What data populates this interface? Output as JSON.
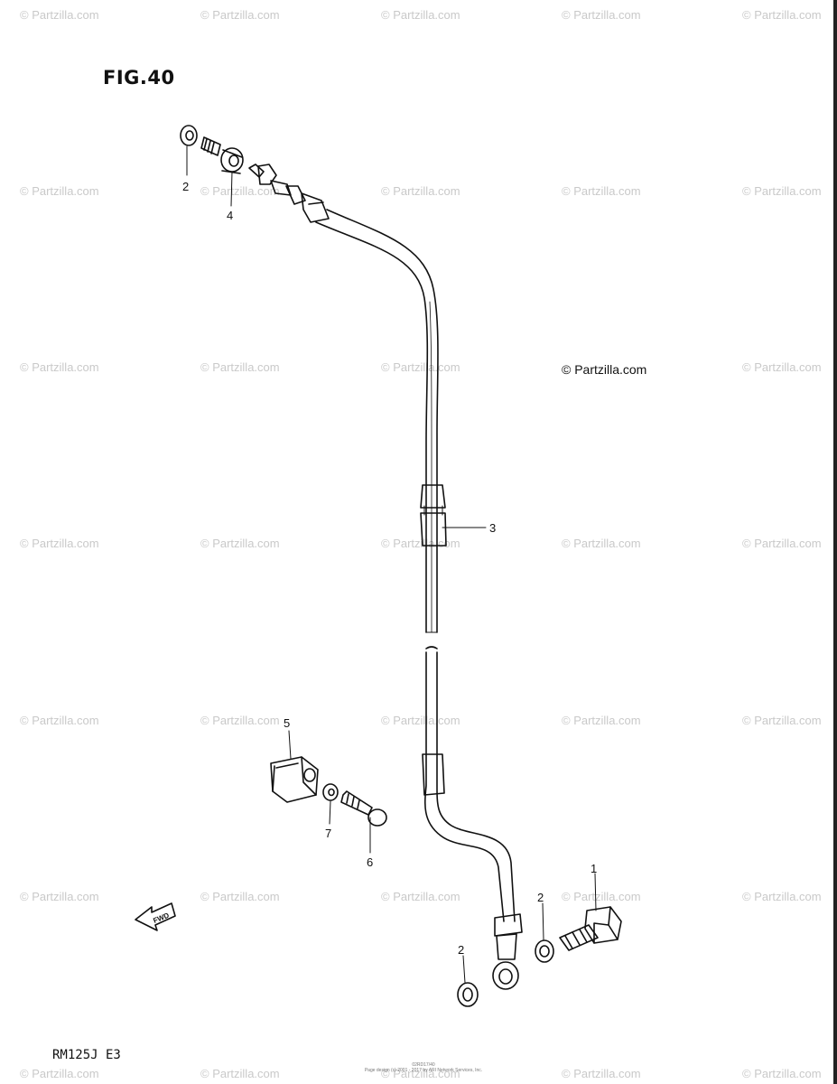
{
  "header": {
    "figure_title": "FIG.40"
  },
  "footer": {
    "model_code": "RM125J E3",
    "fine_print_1": "02RD17/40",
    "fine_print_2": "Page design (c) 2001 - 2017 by ARI Network Services, Inc."
  },
  "credit": "© Partzilla.com",
  "watermark_text": "© Partzilla.com",
  "callouts": {
    "c1": "1",
    "c2a": "2",
    "c2b": "2",
    "c2c": "2",
    "c3": "3",
    "c4": "4",
    "c5": "5",
    "c6": "6",
    "c7": "7"
  },
  "fwd_label": "FWD"
}
